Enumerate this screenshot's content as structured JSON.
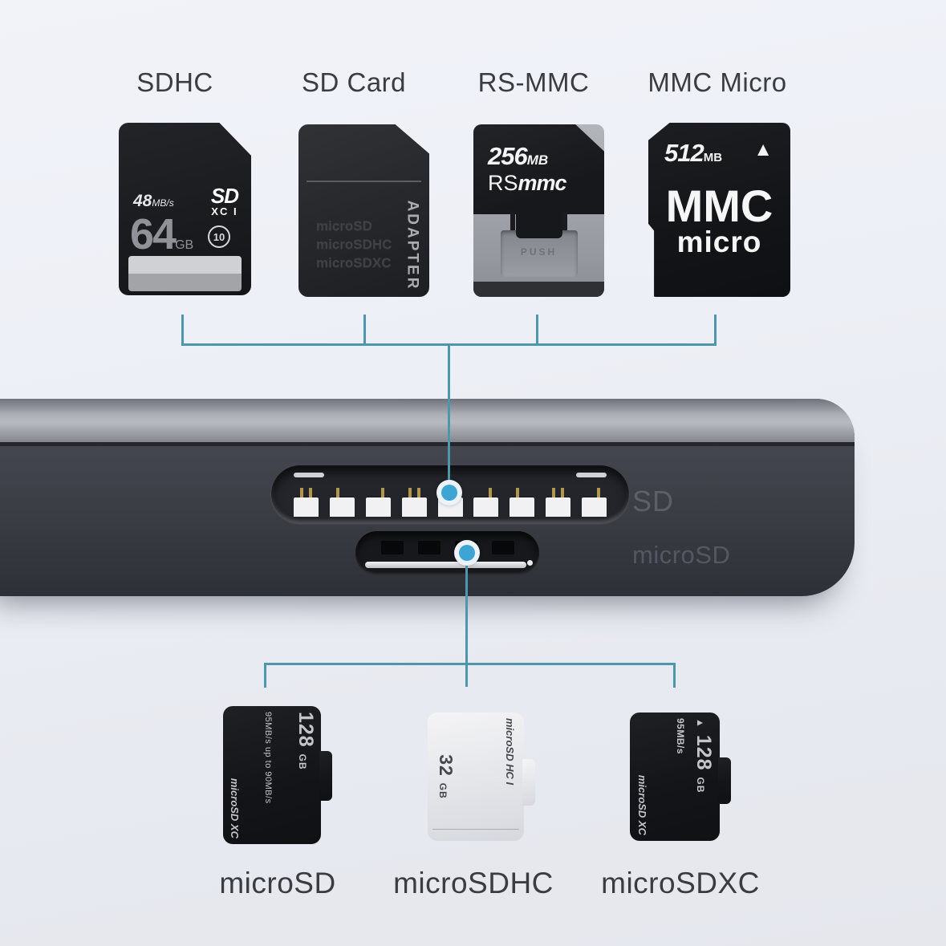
{
  "top_labels": [
    "SDHC",
    "SD Card",
    "RS-MMC",
    "MMC Micro"
  ],
  "cards_top": {
    "sdhc": {
      "speed_value": "48",
      "speed_unit": "MB/s",
      "logo_main": "SD",
      "logo_sub": "XC I",
      "class_badge": "10",
      "capacity": "64",
      "capacity_unit": "GB"
    },
    "adapter": {
      "compat_line1": "microSD",
      "compat_line2": "microSDHC",
      "compat_line3": "microSDXC",
      "side_label": "ADAPTER"
    },
    "rsmmc": {
      "capacity": "256",
      "capacity_unit": "MB",
      "brand_rs": "RS",
      "brand_mmc": "mmc",
      "push_label": "PUSH"
    },
    "mmcmicro": {
      "capacity": "512",
      "capacity_unit": "MB",
      "arrow": "▲",
      "brand_line1": "MMC",
      "brand_line2": "micro"
    }
  },
  "device": {
    "sd_port_label": "SD",
    "microsd_port_label": "microSD"
  },
  "cards_bottom": {
    "microsd": {
      "capacity": "128",
      "capacity_unit": "GB",
      "speed": "95MB/s",
      "speed_note": "up to 90MB/s",
      "logo": "microSD XC"
    },
    "microsdhc": {
      "logo": "microSD HC I",
      "capacity": "32",
      "capacity_unit": "GB"
    },
    "microsdxc": {
      "arrow": "▲",
      "capacity": "128",
      "capacity_unit": "GB",
      "speed": "95MB/s",
      "logo": "microSD XC"
    }
  },
  "bottom_labels": [
    "microSD",
    "microSDHC",
    "microSDXC"
  ],
  "colors": {
    "background": "#edf0f6",
    "connector_line": "#4e96ac",
    "connector_dot": "#3ea4d4",
    "device_body": "#3c3f46",
    "device_band": "#a9acb3",
    "card_black": "#17181b",
    "card_white": "#e9eaee"
  }
}
